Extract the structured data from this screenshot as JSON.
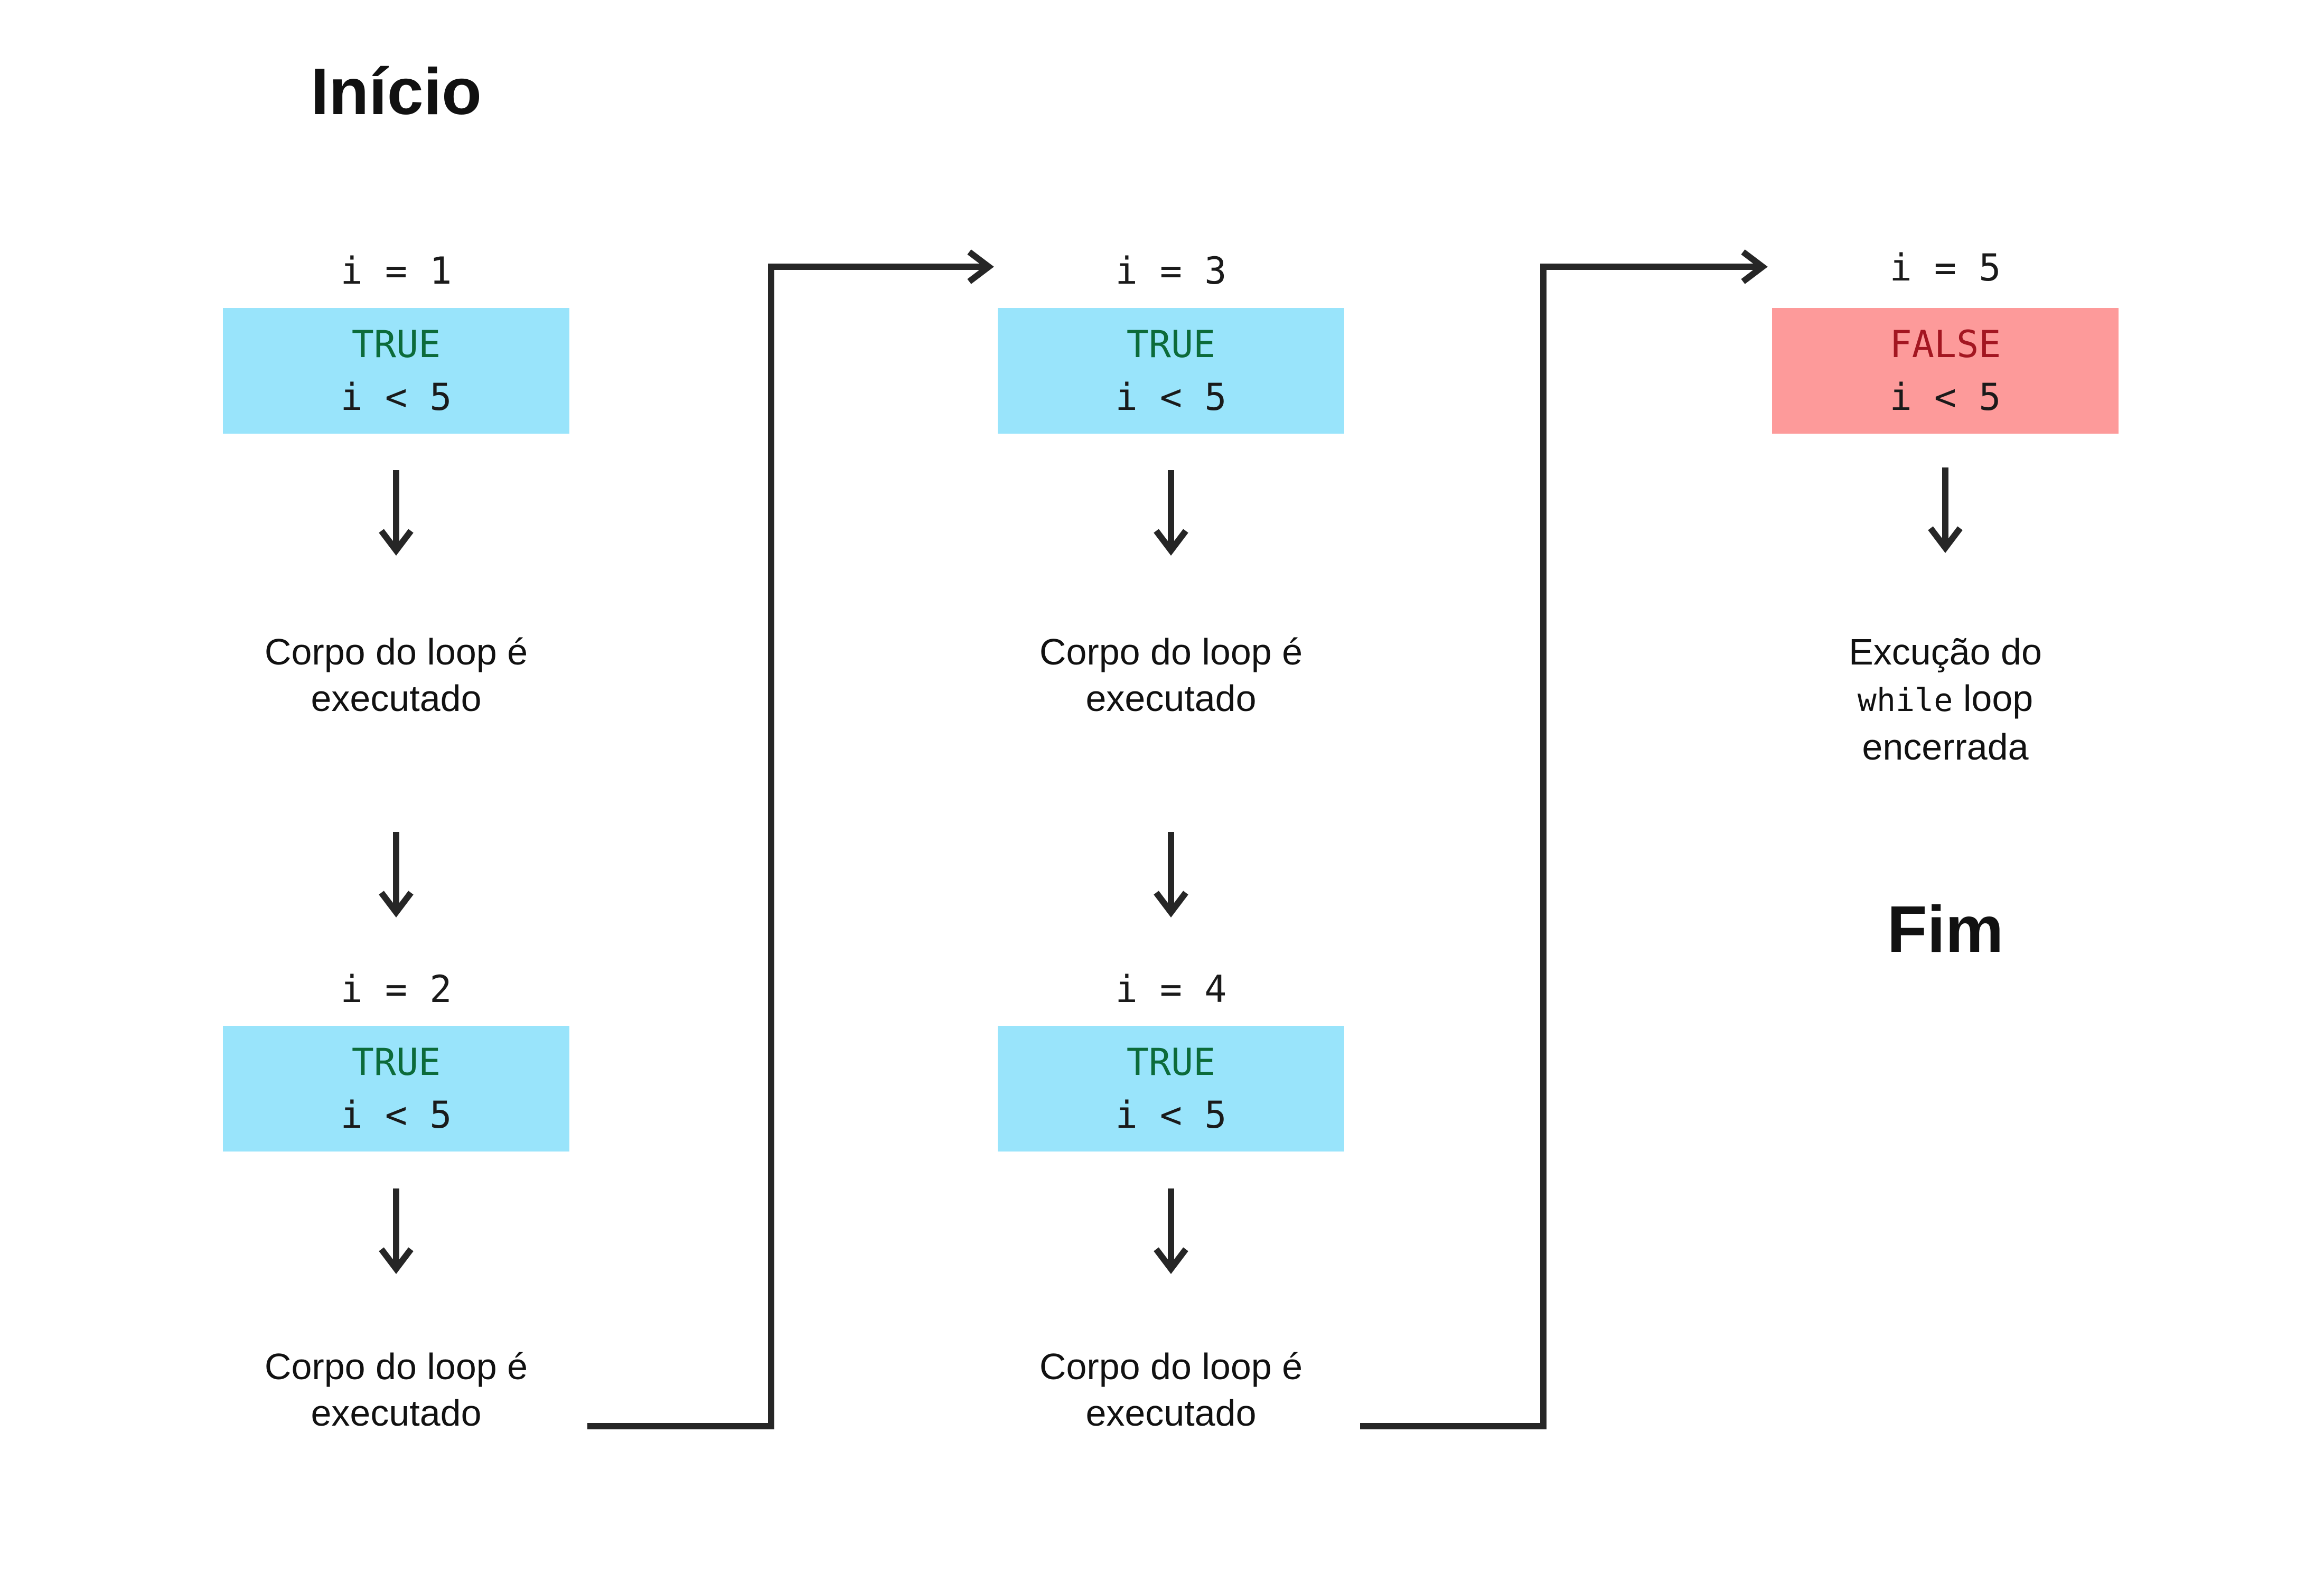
{
  "start_label": "Início",
  "end_label": "Fim",
  "colors": {
    "true_box": "#99e4fb",
    "false_box": "#fd9a9a",
    "true_text": "#0c6b3a",
    "false_text": "#a31621",
    "arrow": "#262626"
  },
  "steps": [
    {
      "var": "i = 1",
      "state": "TRUE",
      "condition": "i < 5",
      "result": [
        "Corpo do loop é",
        "executado"
      ]
    },
    {
      "var": "i = 2",
      "state": "TRUE",
      "condition": "i < 5",
      "result": [
        "Corpo do loop é",
        "executado"
      ]
    },
    {
      "var": "i = 3",
      "state": "TRUE",
      "condition": "i < 5",
      "result": [
        "Corpo do loop é",
        "executado"
      ]
    },
    {
      "var": "i = 4",
      "state": "TRUE",
      "condition": "i < 5",
      "result": [
        "Corpo do loop é",
        "executado"
      ]
    },
    {
      "var": "i = 5",
      "state": "FALSE",
      "condition": "i < 5",
      "result_prefix": "Excução do",
      "result_code": "while",
      "result_suffix": "loop",
      "result_last": "encerrada"
    }
  ]
}
